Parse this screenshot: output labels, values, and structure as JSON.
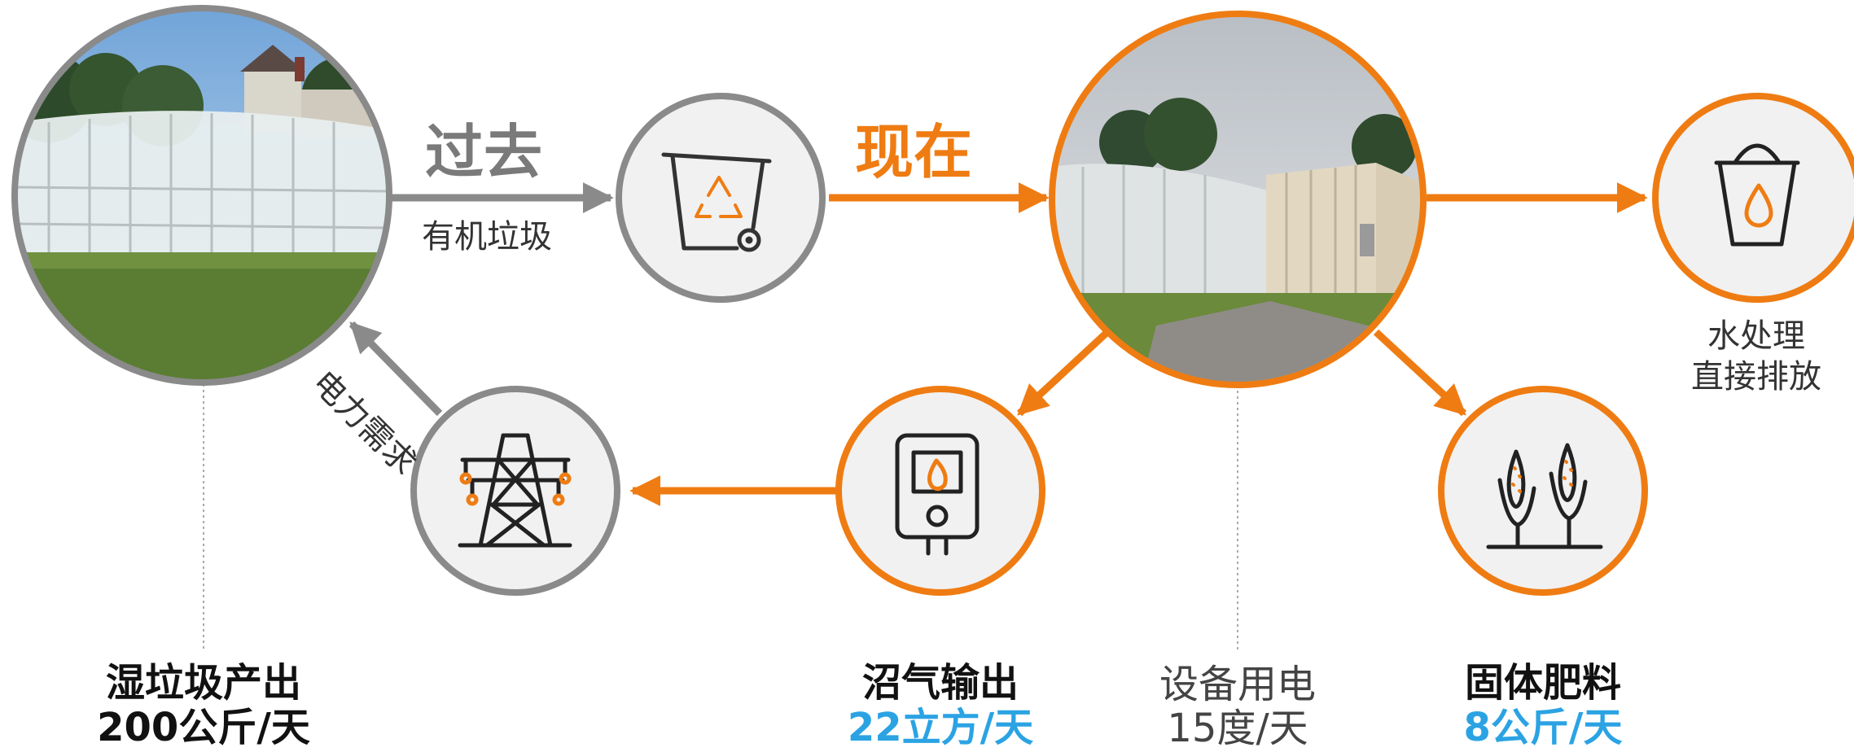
{
  "colors": {
    "orange": "#ef7c12",
    "gray": "#8a8a8a",
    "blue": "#2ba3e3",
    "circle_fill": "#f1f1f1"
  },
  "labels": {
    "past": "过去",
    "organic_waste": "有机垃圾",
    "now": "现在",
    "power_demand": "电力需求",
    "water_line1": "水处理",
    "water_line2": "直接排放"
  },
  "stats": {
    "wet_waste": {
      "title": "湿垃圾产出",
      "value": "200公斤/天"
    },
    "biogas": {
      "title": "沼气输出",
      "value": "22立方/天"
    },
    "equipment": {
      "title": "设备用电",
      "value": "15度/天"
    },
    "fertilizer": {
      "title": "固体肥料",
      "value": "8公斤/天"
    }
  },
  "nodes": [
    {
      "id": "greenhouse-photo",
      "kind": "photo"
    },
    {
      "id": "recycle-bin",
      "icon": "recycle-bin-icon"
    },
    {
      "id": "container-photo",
      "kind": "photo"
    },
    {
      "id": "water",
      "icon": "water-bucket-icon"
    },
    {
      "id": "boiler",
      "icon": "gas-boiler-icon"
    },
    {
      "id": "power-tower",
      "icon": "power-tower-icon"
    },
    {
      "id": "fertilizer",
      "icon": "corn-fertilizer-icon"
    }
  ]
}
